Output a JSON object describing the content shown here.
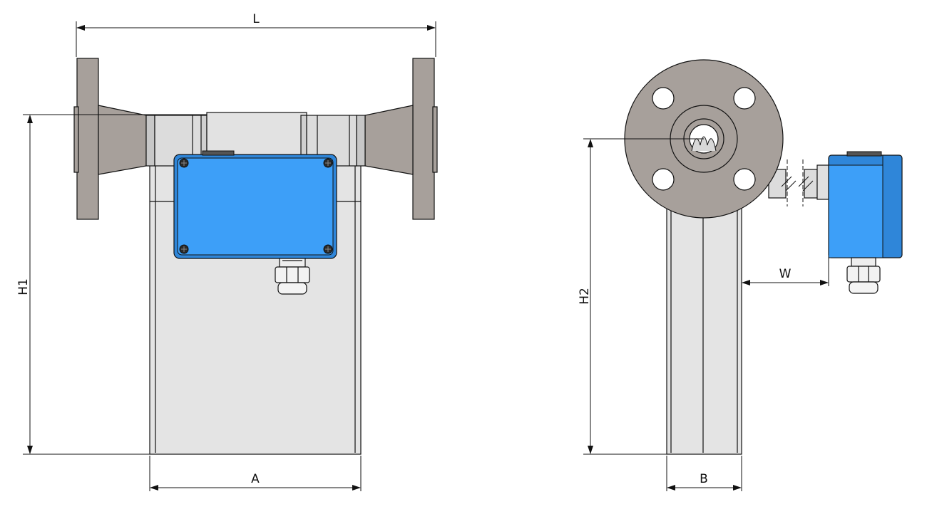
{
  "dimensions": {
    "length": "L",
    "height_front": "H1",
    "width_front": "A",
    "height_side": "H2",
    "width_side": "B",
    "offset": "W"
  },
  "colors": {
    "flange": "#a7a09b",
    "body": "#e4e4e4",
    "tube": "#dcdcdc",
    "housing": "#3d9ff8",
    "housing_dark": "#2f86d9",
    "outline": "#111111"
  }
}
